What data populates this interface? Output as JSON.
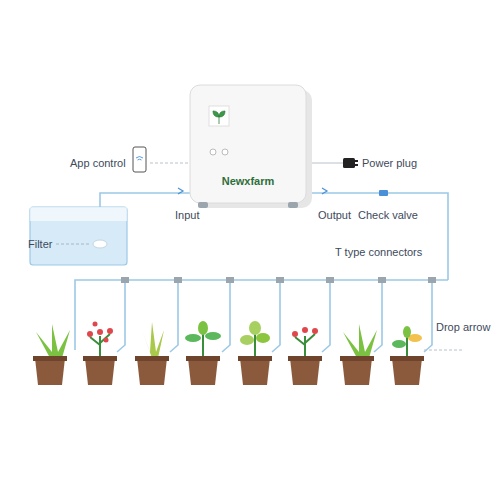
{
  "diagram": {
    "nodes": [
      {
        "text": [
          "Newxfarm"
        ]
      }
    ],
    "labels": [
      "App control",
      "Power plug",
      "Filter",
      "Input",
      "Output",
      "Check valve",
      "T type connectors",
      "Drop arrow"
    ]
  }
}
